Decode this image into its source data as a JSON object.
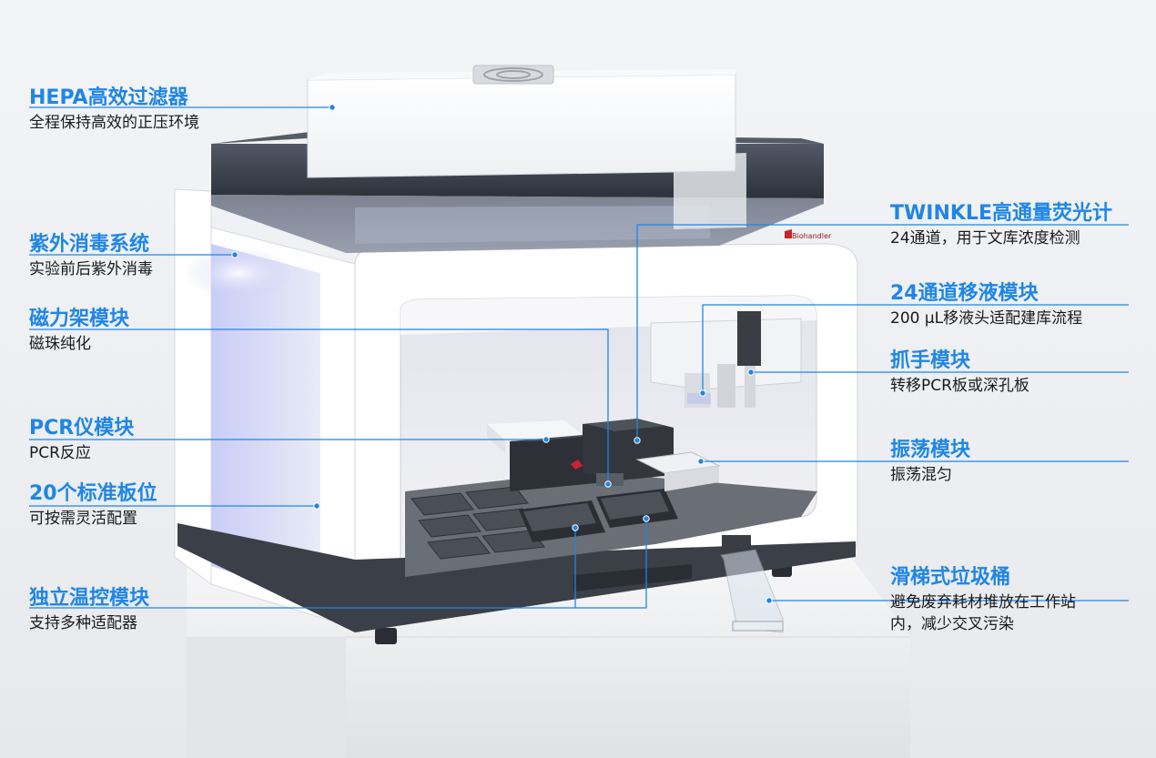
{
  "callouts": [
    {
      "id": "hepa",
      "title": "HEPA高效过滤器",
      "desc": [
        "全程保持高效的正压环境"
      ]
    },
    {
      "id": "uv",
      "title": "紫外消毒系统",
      "desc": [
        "实验前后紫外消毒"
      ]
    },
    {
      "id": "magnet",
      "title": "磁力架模块",
      "desc": [
        "磁珠纯化"
      ]
    },
    {
      "id": "pcr",
      "title": "PCR仪模块",
      "desc": [
        "PCR反应"
      ]
    },
    {
      "id": "plates",
      "title": "20个标准板位",
      "desc": [
        "可按需灵活配置"
      ]
    },
    {
      "id": "temp",
      "title": "独立温控模块",
      "desc": [
        "支持多种适配器"
      ]
    },
    {
      "id": "twinkle",
      "title": "TWINKLE高通量荧光计",
      "desc": [
        "24通道，用于文库浓度检测"
      ]
    },
    {
      "id": "pipette",
      "title": "24通道移液模块",
      "desc": [
        "200 μL移液头适配建库流程"
      ]
    },
    {
      "id": "gripper",
      "title": "抓手模块",
      "desc": [
        "转移PCR板或深孔板"
      ]
    },
    {
      "id": "shaker",
      "title": "振荡模块",
      "desc": [
        "振荡混匀"
      ]
    },
    {
      "id": "waste",
      "title": "滑梯式垃圾桶",
      "desc": [
        "避免废弃耗材堆放在工作站",
        "内，减少交叉污染"
      ]
    }
  ],
  "logo_text": "Biohandler",
  "colors": {
    "accent": "#1f86e6",
    "text": "#1a1a1a",
    "cabinet": "#ffffff",
    "lid": "#3a3f4a"
  }
}
